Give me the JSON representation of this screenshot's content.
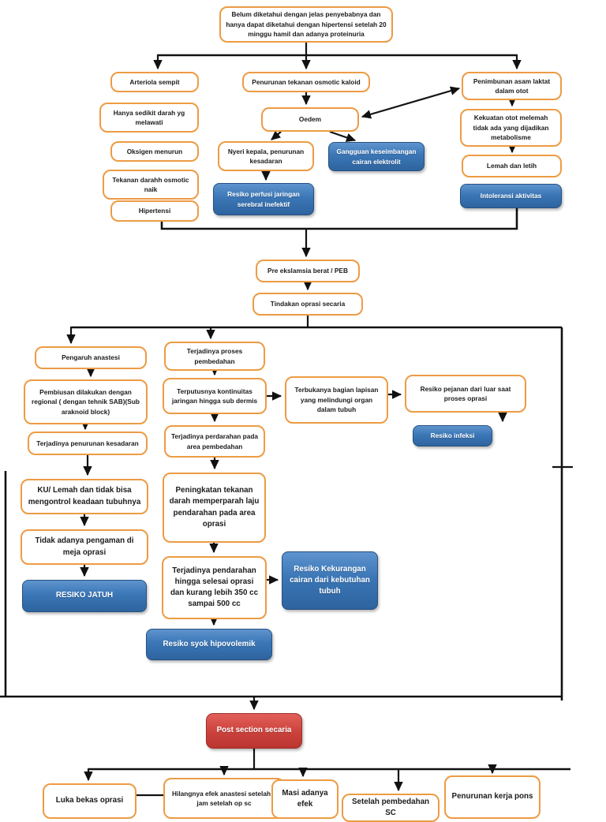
{
  "colors": {
    "box_border_orange": "#ED9B44",
    "risk_blue": "#3B76B6",
    "alert_red": "#CB413B",
    "connector_black": "#111111"
  },
  "nodes": {
    "root": "Belum diketahui dengan jelas penyebabnya dan hanya dapat diketahui dengan hipertensi setelah 20 minggu hamil dan adanya proteinuria",
    "arteriola": "Arteriola sempit",
    "hanya_sedikit": "Hanya sedikit darah yg melawati",
    "oksigen": "Oksigen menurun",
    "tekanan_darah": "Tekanan darahh osmotic naik",
    "hipertensi": "Hipertensi",
    "penurunan_tekanan": "Penurunan tekanan osmotic kaloid",
    "oedem": "Oedem",
    "nyeri_kepala": "Nyeri kepala, penurunan kesadaran",
    "gangguan_keseimbangan": "Gangguan keseimbangan cairan elektrolit",
    "resiko_perfusi": "Resiko perfusi jaringan serebral inefektif",
    "penimbunan": "Penimbunan asam laktat dalam otot",
    "kekuatan_otot": "Kekuatan otot melemah tidak ada yang dijadikan metabolisme",
    "lemah_letih": "Lemah dan letih",
    "intoleransi": "Intoleransi aktivitas",
    "pre_eklamsia": "Pre ekslamsia berat / PEB",
    "tindakan": "Tindakan oprasi secaria",
    "pengaruh_anastesi": "Pengaruh anastesi",
    "pembiusan": "Pembiusan dilakukan dengan regional ( dengan tehnik SAB)(Sub araknoid block)",
    "terjadinya_penurunan": "Terjadinya penurunan kesadaran",
    "ku_lemah": "KU/ Lemah dan tidak bisa mengontrol keadaan tubuhnya",
    "tidak_pengaman": "Tidak adanya pengaman di meja oprasi",
    "resiko_jatuh": "RESIKO JATUH",
    "terjadinya_proses": "Terjadinya proses pembedahan",
    "terputusnya": "Terputusnya kontinuitas jaringan hingga sub dermis",
    "terjadinya_perdarahan": "Terjadinya perdarahan pada area pembedahan",
    "peningkatan": "Peningkatan tekanan darah memperparah laju pendarahan pada area oprasi",
    "terjadinya_pendarahan": "Terjadinya pendarahan hingga selesai oprasi dan kurang lebih 350 cc sampai 500 cc",
    "resiko_syok": "Resiko syok hipovolemik",
    "terbukanya": "Terbukanya bagian lapisan yang melindungi organ dalam tubuh",
    "resiko_pejanan": "Resiko pejanan dari luar saat proses oprasi",
    "resiko_infeksi": "Resiko infeksi",
    "resiko_kekurangan": "Resiko Kekurangan cairan dari kebutuhan tubuh",
    "post_section": "Post section secaria",
    "luka_bekas": "Luka bekas oprasi",
    "hilangnya_efek": "Hilangnya efek anastesi setelah 2 jam setelah op sc",
    "masi_adanya": "Masi adanya efek",
    "setelah_pembedahan": "Setelah pembedahan SC",
    "penurunan_pons": "Penurunan kerja pons"
  }
}
